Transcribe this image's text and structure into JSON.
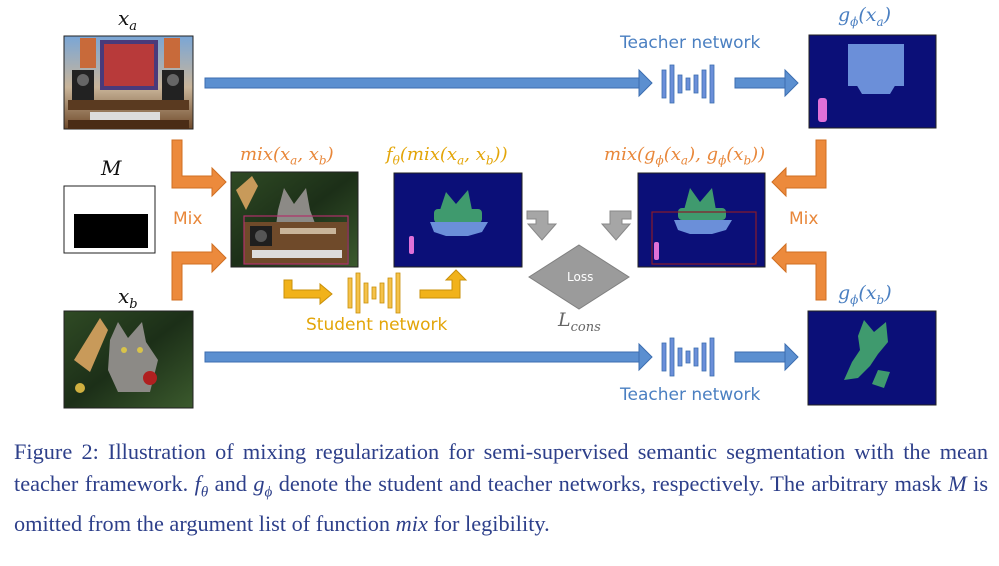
{
  "labels": {
    "xa": "x",
    "xa_sub": "a",
    "xb": "x",
    "xb_sub": "b",
    "m": "M",
    "g_xa": "g",
    "g_xa_sub": "ϕ",
    "g_xa_arg": "(x",
    "g_xa_arg_sub": "a",
    "g_xa_close": ")",
    "g_xb": "g",
    "g_xb_sub": "ϕ",
    "g_xb_arg": "(x",
    "g_xb_arg_sub": "b",
    "g_xb_close": ")",
    "mix_xa_xb": "mix(x",
    "mix_sub_a": "a",
    "mix_mid": ", x",
    "mix_sub_b": "b",
    "mix_close": ")",
    "f_theta": "f",
    "f_theta_sub": "θ",
    "f_arg": "(mix(x",
    "f_sub_a": "a",
    "f_mid": ", x",
    "f_sub_b": "b",
    "f_close": "))",
    "mixg": "mix(g",
    "mixg_sub1": "ϕ",
    "mixg_a": "(x",
    "mixg_a_sub": "a",
    "mixg_mid": "), g",
    "mixg_sub2": "ϕ",
    "mixg_b": "(x",
    "mixg_b_sub": "b",
    "mixg_close": "))",
    "teacher_top": "Teacher network",
    "teacher_bottom": "Teacher network",
    "student": "Student network",
    "mix_left": "Mix",
    "mix_right": "Mix",
    "loss": "Loss",
    "lcons": "L",
    "lcons_sub": "cons"
  },
  "colors": {
    "teacher_blue": "#4a7fc1",
    "mix_orange": "#e8873a",
    "student_gold": "#e3a508",
    "seg_background": "#0b0f78",
    "seg_monitor": "#6b8fd9",
    "seg_cat": "#3f9a6e",
    "seg_bottle": "#e070d8",
    "loss_gray": "#9b9b9b"
  },
  "caption": {
    "fig": "Figure 2:",
    "s1": " Illustration of mixing regularization for semi-supervised semantic segmentation with the mean teacher framework. ",
    "f": "f",
    "f_sub": "θ",
    "s2": " and ",
    "g": "g",
    "g_sub": "ϕ",
    "s3": " denote the student and teacher networks, respectively.  The arbitrary mask ",
    "m": "M",
    "s4": " is omitted from the argument list of function ",
    "mix": "mix",
    "s5": " for legibility."
  }
}
